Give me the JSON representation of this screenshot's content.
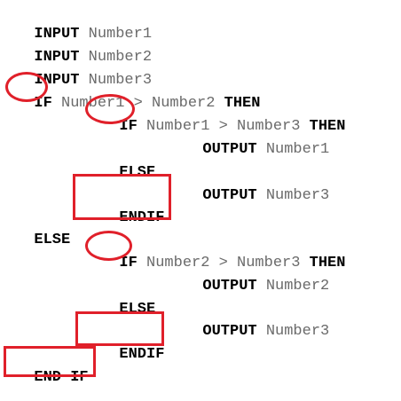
{
  "lines": [
    {
      "kw": "INPUT",
      "rest": " Number1"
    },
    {
      "kw": "INPUT",
      "rest": " Number2"
    },
    {
      "kw": "INPUT",
      "rest": " Number3"
    },
    {
      "kw": "IF",
      "rest": " Number1 > Number2 ",
      "kw2": "THEN"
    },
    {
      "kw": "IF",
      "rest": " Number1 > Number3 ",
      "kw2": "THEN"
    },
    {
      "kw": "OUTPUT",
      "rest": " Number1"
    },
    {
      "kw": "ELSE"
    },
    {
      "kw": "OUTPUT",
      "rest": " Number3"
    },
    {
      "kw": "ENDIF"
    },
    {
      "kw": "ELSE"
    },
    {
      "kw": "IF",
      "rest": " Number2 > Number3 ",
      "kw2": "THEN"
    },
    {
      "kw": "OUTPUT",
      "rest": " Number2"
    },
    {
      "kw": "ELSE"
    },
    {
      "kw": "OUTPUT",
      "rest": " Number3"
    },
    {
      "kw": "ENDIF"
    },
    {
      "kw": "END IF"
    }
  ],
  "highlight_color": "#e0202a"
}
